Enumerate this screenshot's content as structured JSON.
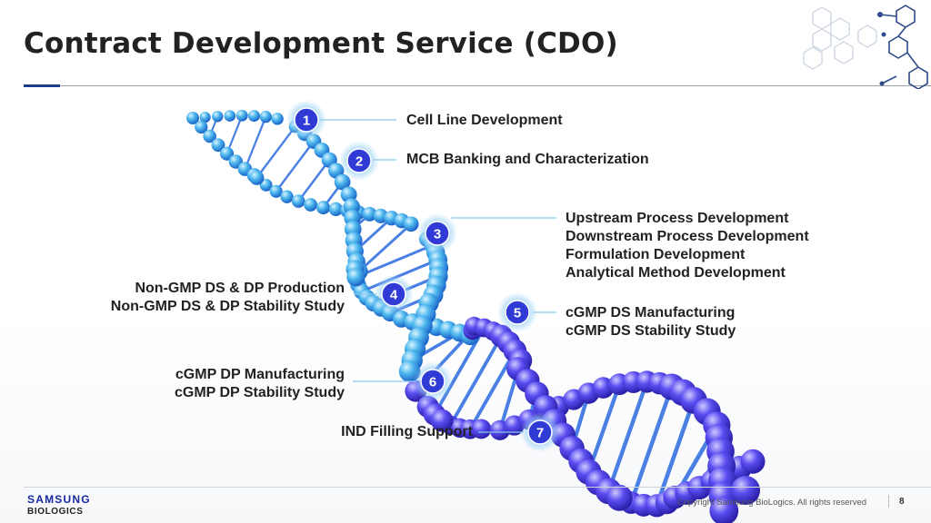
{
  "slide": {
    "title": "Contract Development Service (CDO)"
  },
  "steps": [
    {
      "number": "1",
      "lines": [
        "Cell Line Development"
      ]
    },
    {
      "number": "2",
      "lines": [
        "MCB Banking and Characterization"
      ]
    },
    {
      "number": "3",
      "lines": [
        "Upstream Process Development",
        "Downstream Process Development",
        "Formulation Development",
        "Analytical Method Development"
      ]
    },
    {
      "number": "4",
      "lines": [
        "Non-GMP DS & DP Production",
        "Non-GMP DS & DP Stability Study"
      ]
    },
    {
      "number": "5",
      "lines": [
        "cGMP DS Manufacturing",
        "cGMP DS Stability Study"
      ]
    },
    {
      "number": "6",
      "lines": [
        "cGMP DP Manufacturing",
        "cGMP DP Stability Study"
      ]
    },
    {
      "number": "7",
      "lines": [
        "IND Filling Support"
      ]
    }
  ],
  "footer": {
    "logo_line1": "SAMSUNG",
    "logo_line2": "BIOLOGICS",
    "copyright": "Copyright Samsung BioLogics. All rights reserved",
    "page_number": "8"
  },
  "colors": {
    "badge": "#2f3bd4",
    "badge_halo": "#9fd3f5",
    "helix_light": "#5fc7f2",
    "helix_dark": "#3a2fd6",
    "accent": "#1a3e8f"
  }
}
